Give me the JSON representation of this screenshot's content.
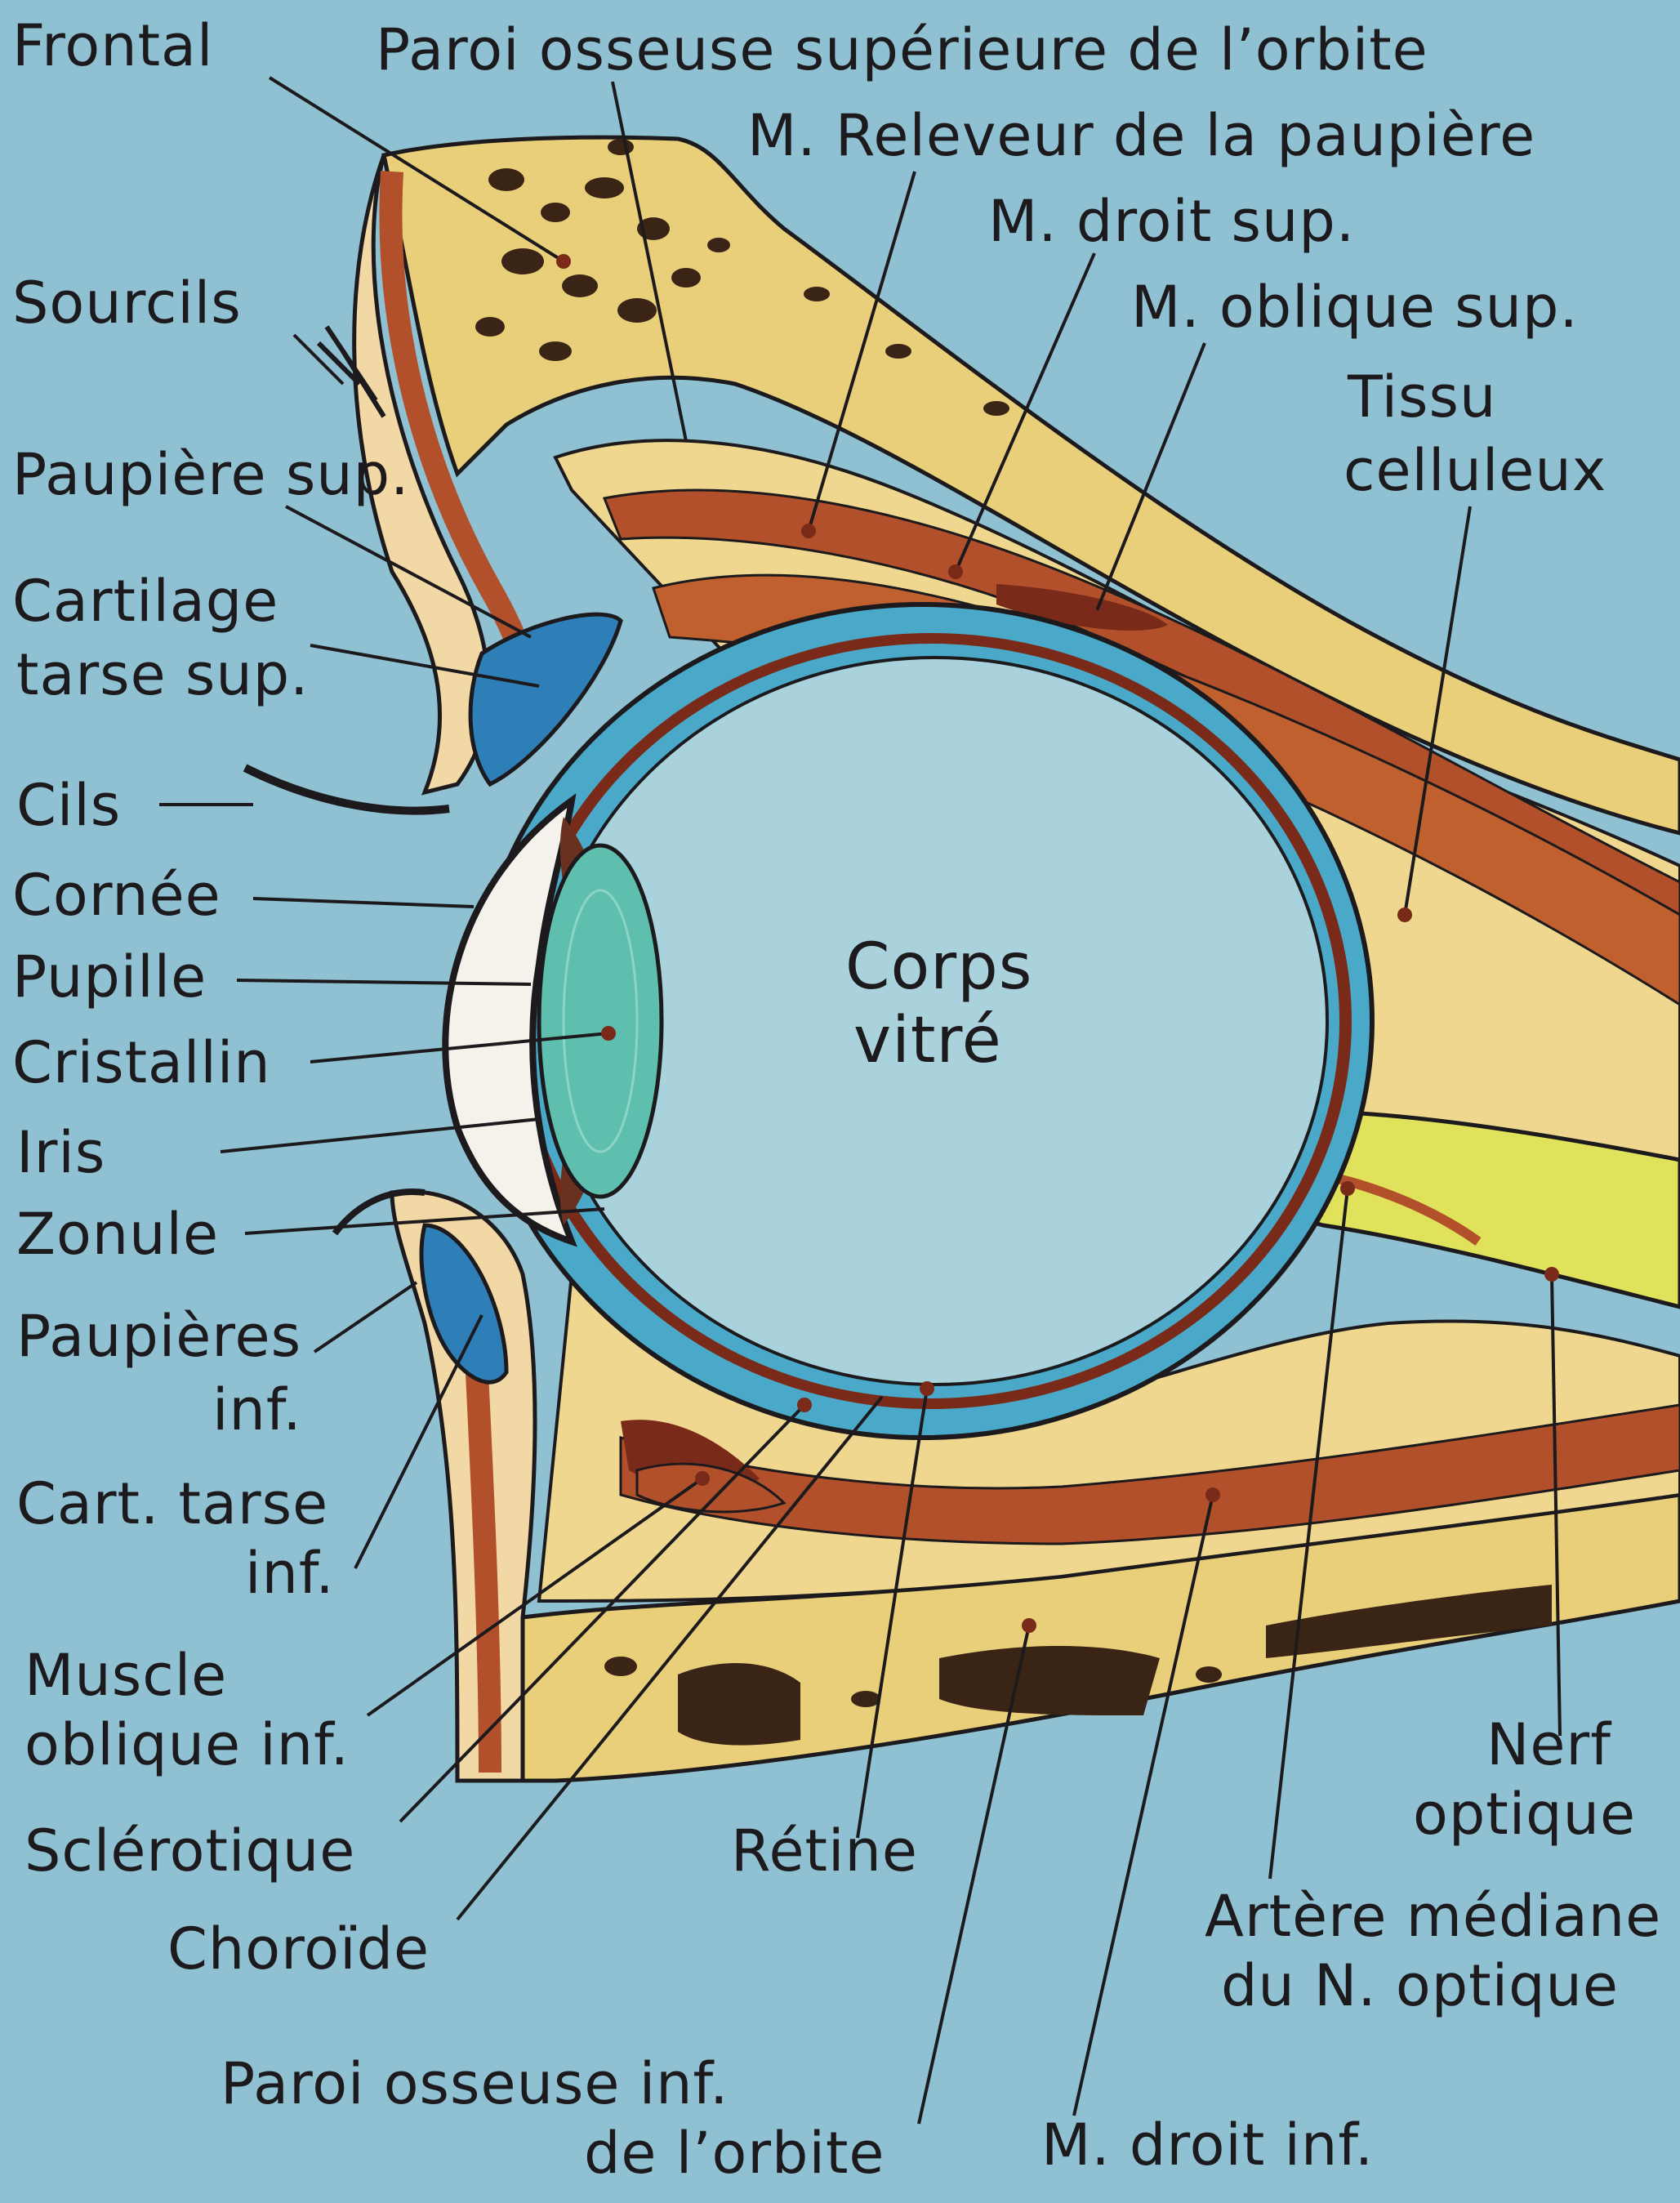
{
  "labels": {
    "frontal": "Frontal",
    "paroi_sup": "Paroi osseuse supérieure de l’orbite",
    "releveur": "M. Releveur de la paupière",
    "droit_sup": "M. droit sup.",
    "oblique_sup": "M. oblique sup.",
    "tissu_1": "Tissu",
    "tissu_2": "celluleux",
    "sourcils": "Sourcils",
    "paupiere_sup": "Paupière sup.",
    "cartilage_1": "Cartilage",
    "cartilage_2": "tarse sup.",
    "cils": "Cils",
    "cornee": "Cornée",
    "pupille": "Pupille",
    "cristallin": "Cristallin",
    "iris": "Iris",
    "zonule": "Zonule",
    "paupieres_inf_1": "Paupières",
    "paupieres_inf_2": "inf.",
    "cart_inf_1": "Cart. tarse",
    "cart_inf_2": "inf.",
    "muscle_obl_1": "Muscle",
    "muscle_obl_2": "oblique inf.",
    "sclerotique": "Sclérotique",
    "choroide": "Choroïde",
    "retine": "Rétine",
    "paroi_inf_1": "Paroi osseuse inf.",
    "paroi_inf_2": "de l’orbite",
    "droit_inf": "M. droit inf.",
    "nerf_1": "Nerf",
    "nerf_2": "optique",
    "artere_1": "Artère médiane",
    "artere_2": "du N. optique",
    "corps_1": "Corps",
    "corps_2": "vitré"
  },
  "colors": {
    "background": "#8fc1d3",
    "bone": "#e9cf7a",
    "bone_marrow": "#3a2416",
    "muscle": "#b1502a",
    "fat": "#efd790",
    "sclera": "#4aa8c8",
    "choroid": "#7a2a18",
    "vitreous": "#a9d2dd",
    "lens": "#5fbfae",
    "optic_nerve": "#dfe25a",
    "tarsus": "#2e7fb8",
    "skin": "#f2d8a4",
    "outline": "#1c1a1c"
  }
}
